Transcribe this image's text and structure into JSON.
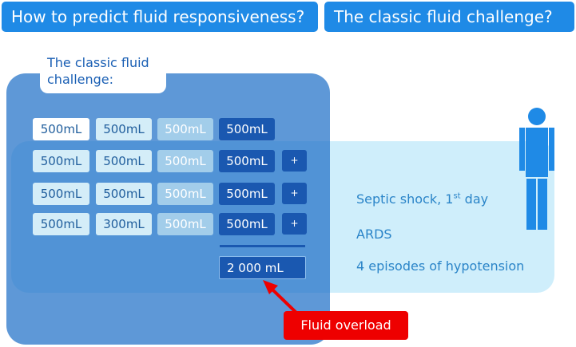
{
  "header": {
    "left_title": "How to predict fluid responsiveness?",
    "right_title": "The classic fluid challenge?"
  },
  "panel": {
    "label_line1": "The classic fluid",
    "label_line2": "challenge:",
    "rows": [
      [
        "500mL",
        "500mL",
        "500mL",
        "500mL"
      ],
      [
        "500mL",
        "500mL",
        "500mL",
        "500mL"
      ],
      [
        "500mL",
        "500mL",
        "500mL",
        "500mL"
      ],
      [
        "500mL",
        "300mL",
        "500mL",
        "500mL"
      ]
    ],
    "plus_label": "+",
    "total": "2 000 mL",
    "overload_label": "Fluid overload"
  },
  "patient": {
    "line1_a": "Septic shock, 1",
    "line1_sup": "st",
    "line1_b": " day",
    "line2": "ARDS",
    "line3": "4 episodes of hypotension"
  },
  "colors": {
    "header_blue": "#1f8ae6",
    "dark_blue": "#1a58b0",
    "light_band": "#cfeefb",
    "alert_red": "#ee0000",
    "person_blue": "#1f8ae6"
  },
  "icons": [
    "person-icon",
    "arrow-icon"
  ]
}
